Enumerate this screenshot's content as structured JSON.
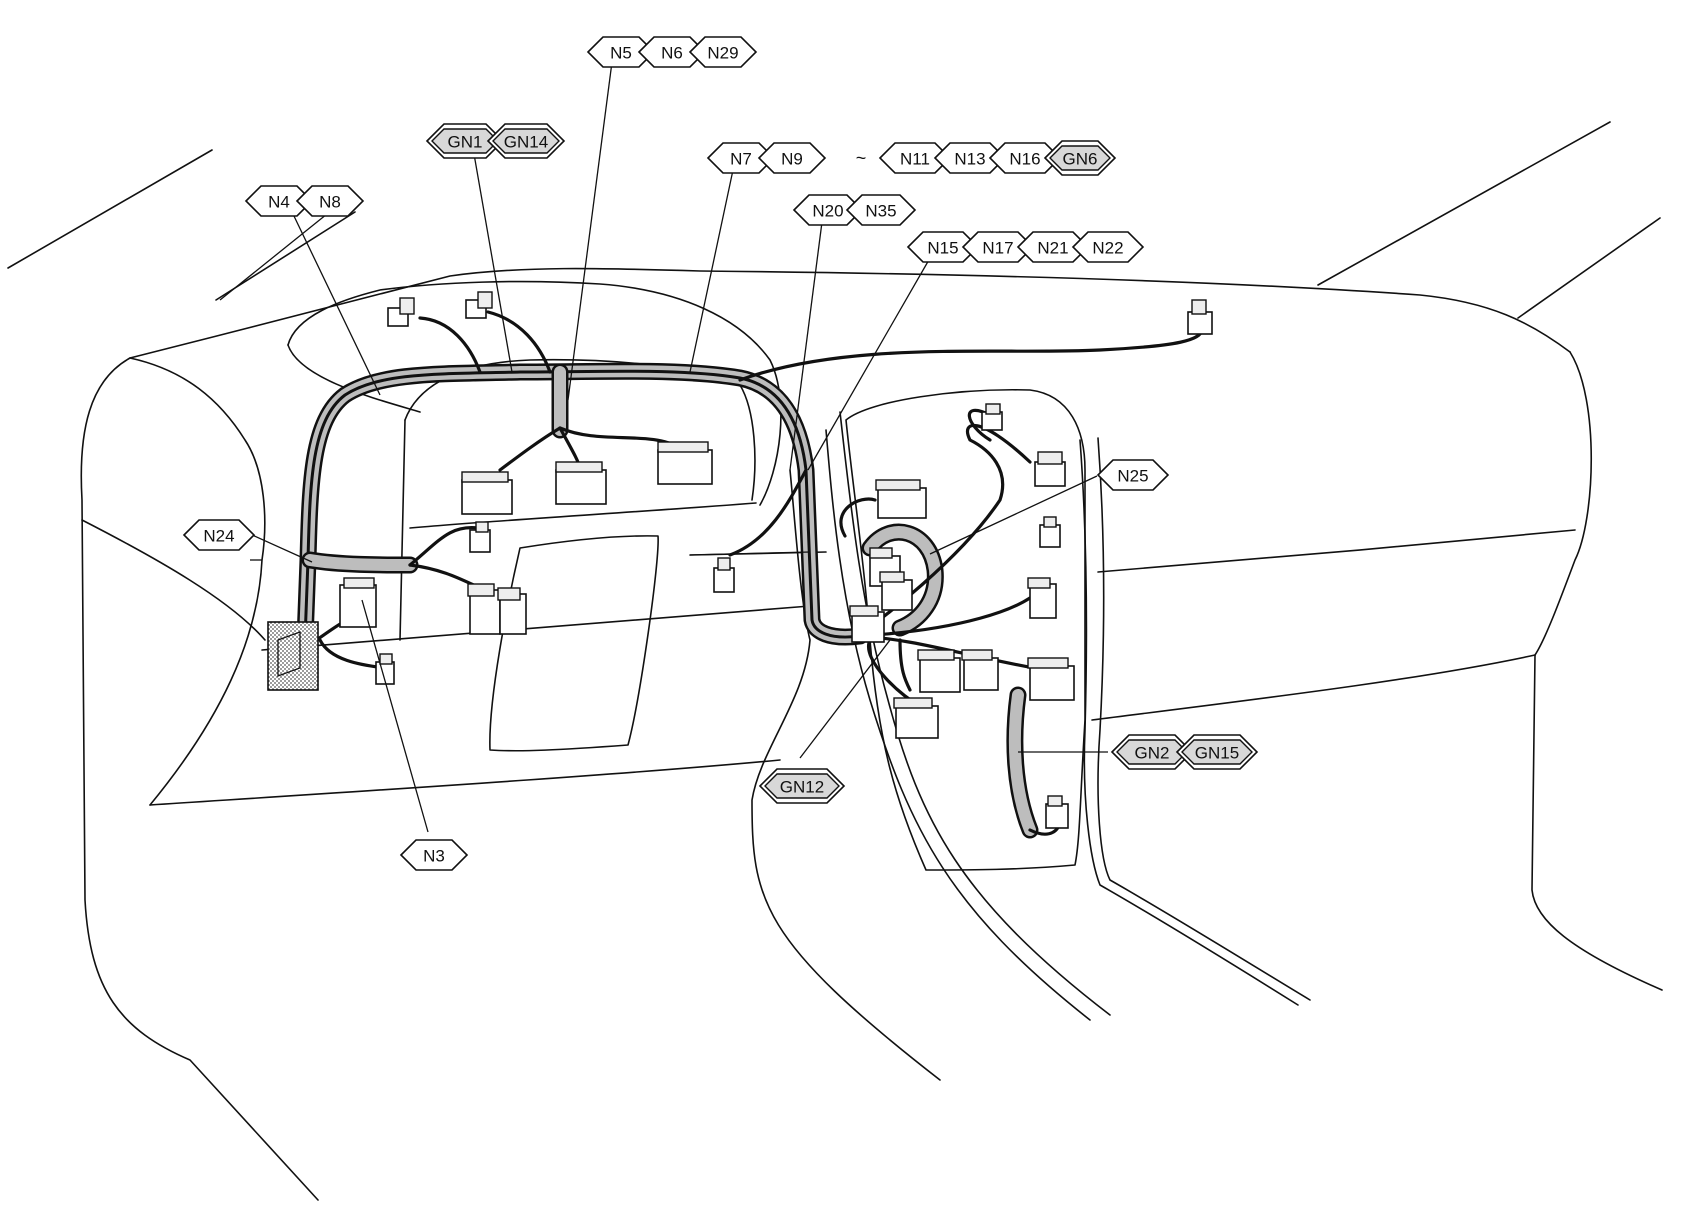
{
  "figure": {
    "tag_groups": [
      {
        "id": "n5-group",
        "tags": [
          {
            "label": "N5",
            "ground": false
          },
          {
            "label": "N6",
            "ground": false
          },
          {
            "label": "N29",
            "ground": false
          }
        ]
      },
      {
        "id": "gn1-group",
        "tags": [
          {
            "label": "GN1",
            "ground": true
          },
          {
            "label": "GN14",
            "ground": true
          }
        ]
      },
      {
        "id": "n7-group",
        "tags": [
          {
            "label": "N7",
            "ground": false
          },
          {
            "label": "N9",
            "ground": false
          }
        ]
      },
      {
        "id": "n11-group",
        "tags": [
          {
            "label": "N11",
            "ground": false
          },
          {
            "label": "N13",
            "ground": false
          },
          {
            "label": "N16",
            "ground": false
          },
          {
            "label": "GN6",
            "ground": true
          }
        ]
      },
      {
        "id": "n4-group",
        "tags": [
          {
            "label": "N4",
            "ground": false
          },
          {
            "label": "N8",
            "ground": false
          }
        ]
      },
      {
        "id": "n20-group",
        "tags": [
          {
            "label": "N20",
            "ground": false
          },
          {
            "label": "N35",
            "ground": false
          }
        ]
      },
      {
        "id": "n15-group",
        "tags": [
          {
            "label": "N15",
            "ground": false
          },
          {
            "label": "N17",
            "ground": false
          },
          {
            "label": "N21",
            "ground": false
          },
          {
            "label": "N22",
            "ground": false
          }
        ]
      },
      {
        "id": "n25-group",
        "tags": [
          {
            "label": "N25",
            "ground": false
          }
        ]
      },
      {
        "id": "n24-group",
        "tags": [
          {
            "label": "N24",
            "ground": false
          }
        ]
      },
      {
        "id": "gn2-group",
        "tags": [
          {
            "label": "GN2",
            "ground": true
          },
          {
            "label": "GN15",
            "ground": true
          }
        ]
      },
      {
        "id": "gn12-group",
        "tags": [
          {
            "label": "GN12",
            "ground": true
          }
        ]
      },
      {
        "id": "n3-group",
        "tags": [
          {
            "label": "N3",
            "ground": false
          }
        ]
      }
    ],
    "range_separator": "~"
  }
}
